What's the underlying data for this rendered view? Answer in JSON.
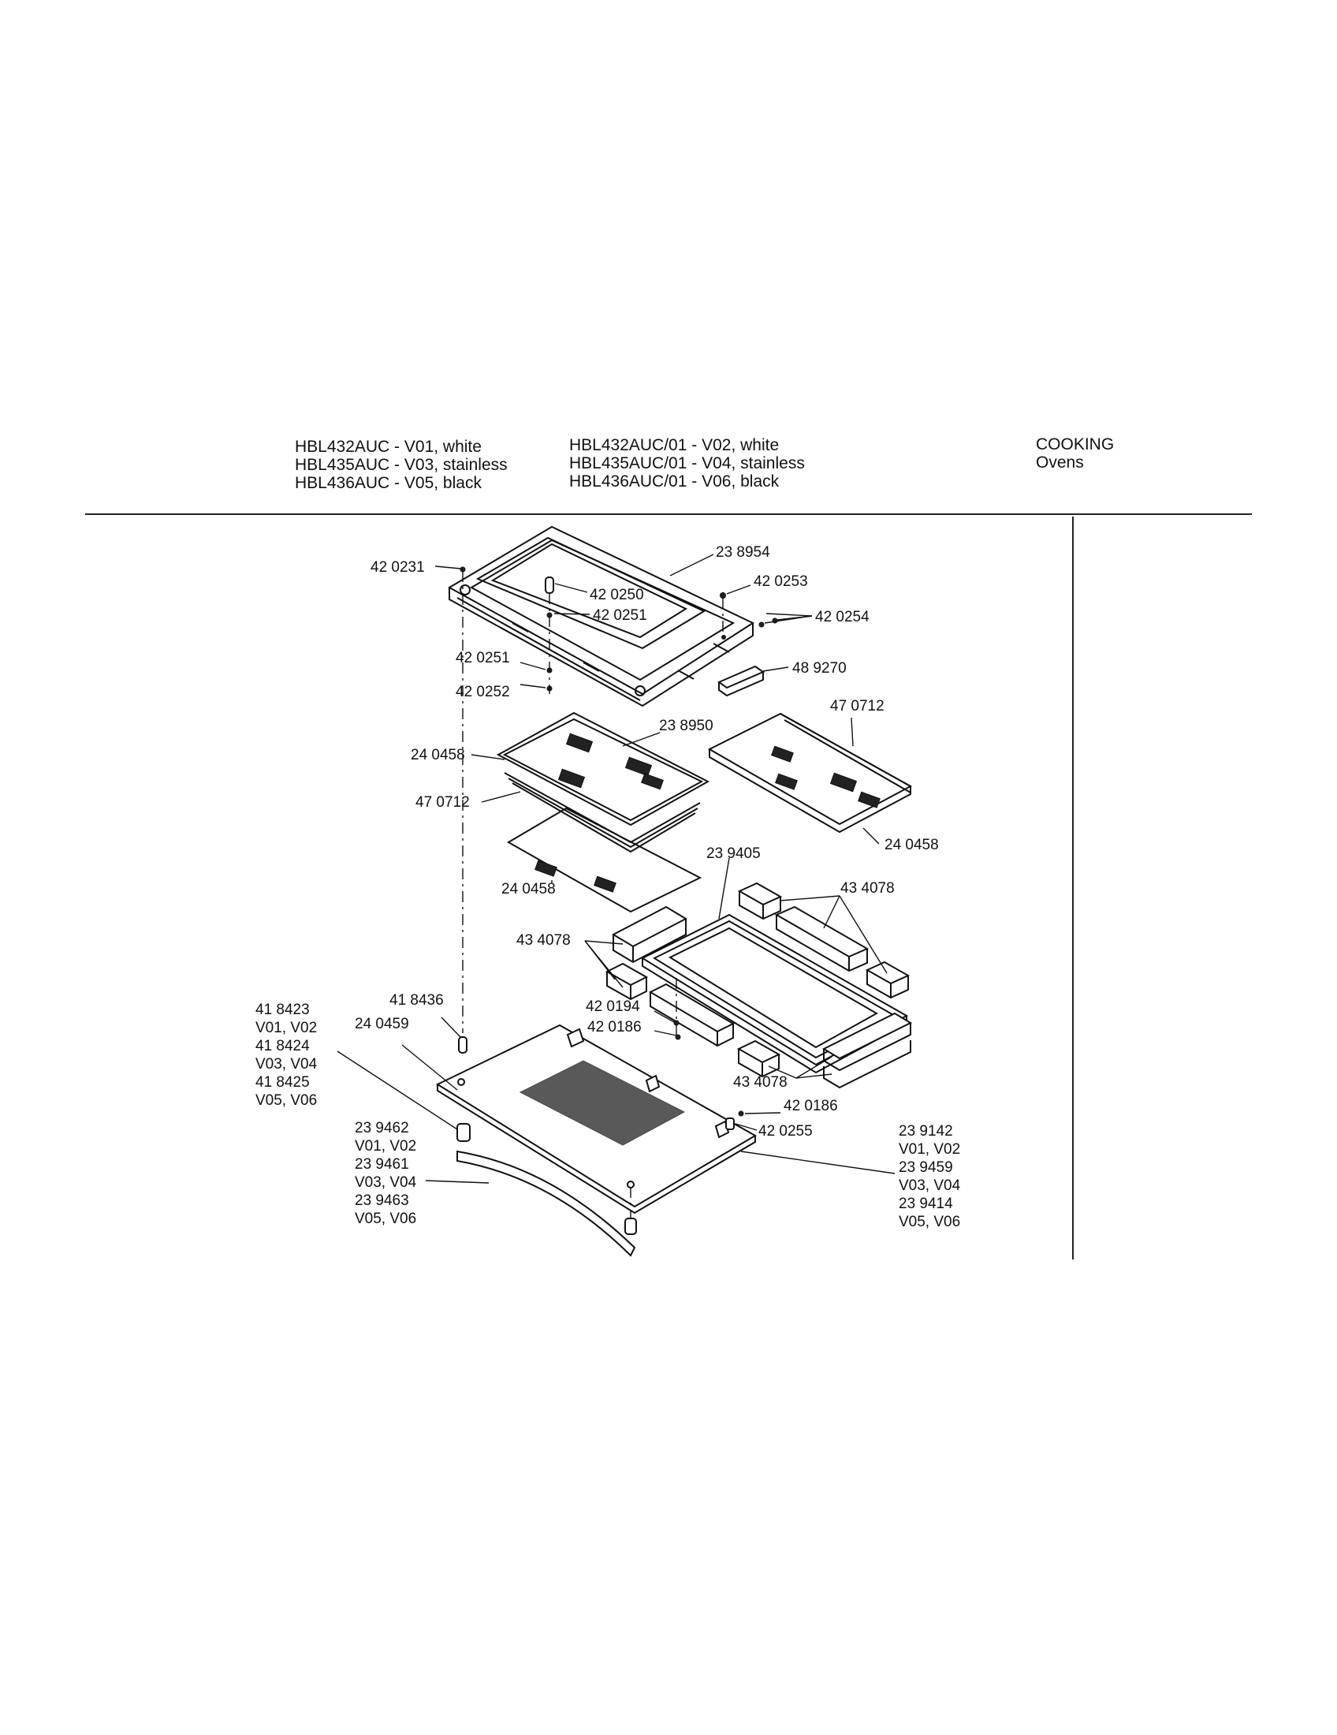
{
  "header": {
    "col1": [
      "HBL432AUC - V01, white",
      "HBL435AUC - V03, stainless",
      "HBL436AUC - V05, black"
    ],
    "col2": [
      "HBL432AUC/01 - V02, white",
      "HBL435AUC/01 - V04, stainless",
      "HBL436AUC/01 - V06, black"
    ],
    "category": "COOKING",
    "subcategory": "Ovens"
  },
  "parts": {
    "p238954": "23 8954",
    "p420231": "42 0231",
    "p420250": "42 0250",
    "p420251a": "42 0251",
    "p420253": "42 0253",
    "p420254": "42 0254",
    "p420251b": "42 0251",
    "p420252": "42 0252",
    "p489270": "48 9270",
    "p238950": "23 8950",
    "p470712a": "47 0712",
    "p240458a": "24 0458",
    "p470712b": "47 0712",
    "p240458b": "24 0458",
    "p240458c": "24 0458",
    "p239405": "23 9405",
    "p434078a": "43 4078",
    "p434078b": "43 4078",
    "p434078c": "43 4078",
    "p418436": "41 8436",
    "p240459": "24 0459",
    "p420194": "42 0194",
    "p420186a": "42 0186",
    "p420186b": "42 0186",
    "p420255": "42 0255",
    "handle_variants": [
      "41 8423",
      "V01, V02",
      "41 8424",
      "V03, V04",
      "41 8425",
      "V05, V06"
    ],
    "cap_variants": [
      "23 9462",
      "V01, V02",
      "23 9461",
      "V03, V04",
      "23 9463",
      "V05, V06"
    ],
    "door_variants": [
      "23 9142",
      "V01, V02",
      "23 9459",
      "V03, V04",
      "23 9414",
      "V05, V06"
    ]
  }
}
